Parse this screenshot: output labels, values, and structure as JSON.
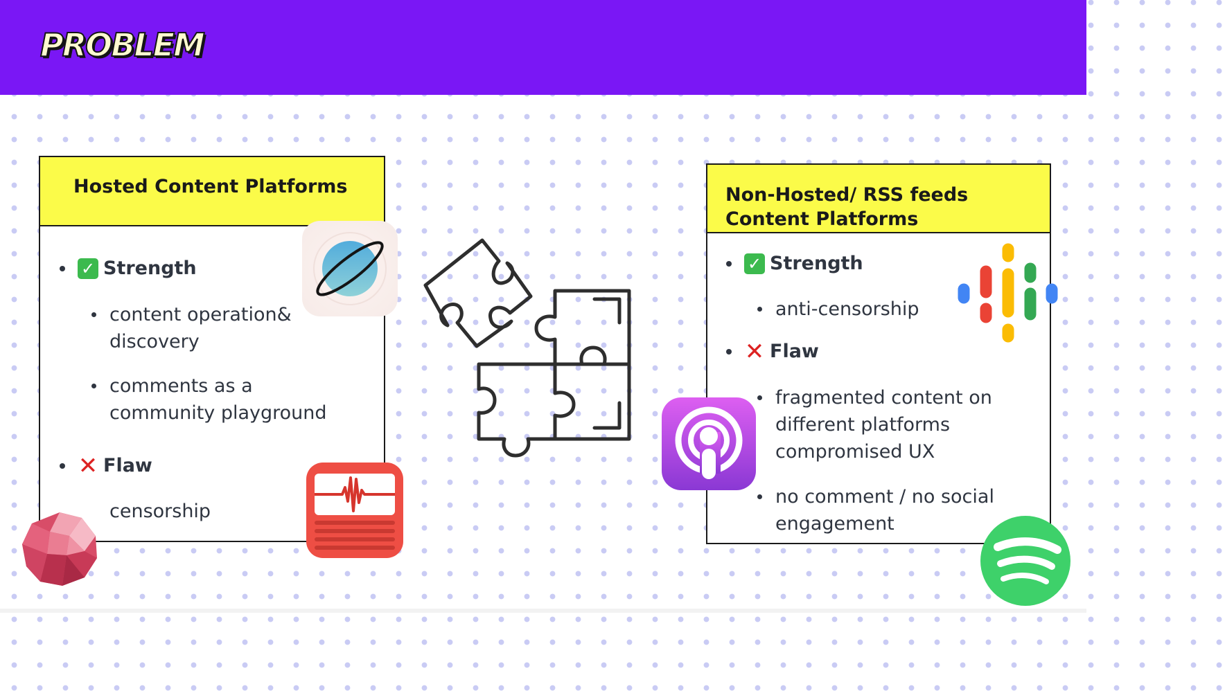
{
  "header": {
    "title": "PROBLEM",
    "bg_color": "#7a17f5"
  },
  "left_card": {
    "title": "Hosted Content Platforms",
    "strength_label": "Strength",
    "strength_items": [
      "content operation& discovery",
      "comments as a community playground"
    ],
    "flaw_label": "Flaw",
    "flaw_items": [
      "censorship"
    ]
  },
  "right_card": {
    "title_line1": "Non-Hosted/ RSS feeds",
    "title_line2": "Content Platforms",
    "strength_label": "Strength",
    "strength_items": [
      "anti-censorship"
    ],
    "flaw_label": "Flaw",
    "flaw_items": [
      "fragmented content on different platforms compromised UX",
      "no comment / no social engagement"
    ]
  },
  "icons": {
    "planet": "planet-app-icon",
    "gem": "polygon-gem-icon",
    "waveform": "podcast-waveform-app-icon",
    "puzzle": "puzzle-pieces-icon",
    "google_podcasts": "google-podcasts-icon",
    "apple_podcasts": "apple-podcasts-icon",
    "spotify": "spotify-icon"
  },
  "colors": {
    "highlight": "#fbfb49",
    "purple": "#7a17f5",
    "check": "#3cba4e",
    "cross": "#dd2222"
  }
}
